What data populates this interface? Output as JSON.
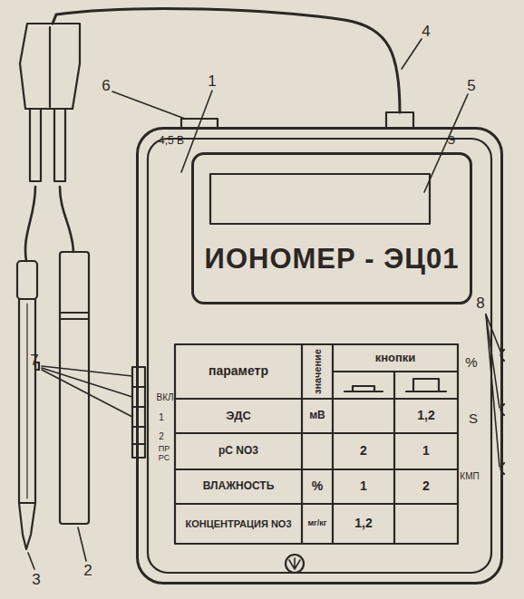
{
  "diagram": {
    "nodes": [
      {
        "text": [
          "4,5 В",
          "Э"
        ]
      },
      {
        "text": [
          "ИОНОМЕР - ЭЦ01"
        ],
        "in": 0
      }
    ],
    "labels": [
      "6",
      "1",
      "5",
      "4",
      "7",
      "8",
      "3",
      "2",
      "параметр",
      "значение",
      "кнопки",
      "ЭДС",
      "мВ",
      "1,2",
      "рС NO3",
      "2",
      "1",
      "ВЛАЖНОСТЬ",
      "%",
      "1",
      "2",
      "КОНЦЕНТРАЦИЯ NO3",
      "мг/кг",
      "1,2",
      "ВКЛ",
      "1",
      "2",
      "ПР РС",
      "%",
      "S",
      "КМП"
    ]
  }
}
